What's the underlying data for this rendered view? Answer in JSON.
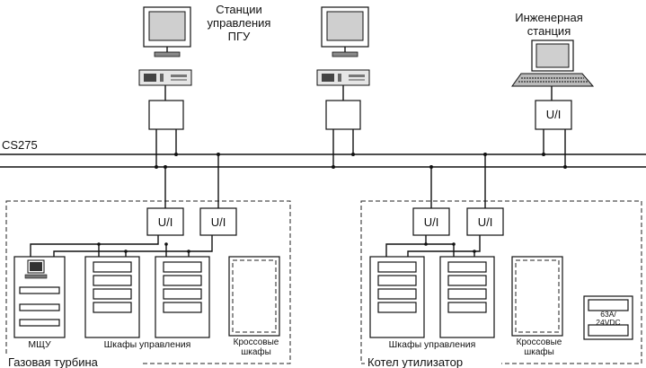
{
  "stations": {
    "control_label": "Станции\nуправления\nПГУ",
    "engineering_label": "Инженерная\nстанция",
    "engineering_ui": "U/I"
  },
  "network": {
    "bus_label": "CS275"
  },
  "left_group": {
    "title": "Газовая турбина",
    "ui_1": "U/I",
    "ui_2": "U/I",
    "mshu_label": "МЩУ",
    "cabinets_label": "Шкафы управления",
    "cross_label": "Кроссовые\nшкафы"
  },
  "right_group": {
    "title": "Котел утилизатор",
    "ui_1": "U/I",
    "ui_2": "U/I",
    "cabinets_label": "Шкафы управления",
    "cross_label": "Кроссовые\nшкафы",
    "power_label": "63A/\n24VDC"
  }
}
